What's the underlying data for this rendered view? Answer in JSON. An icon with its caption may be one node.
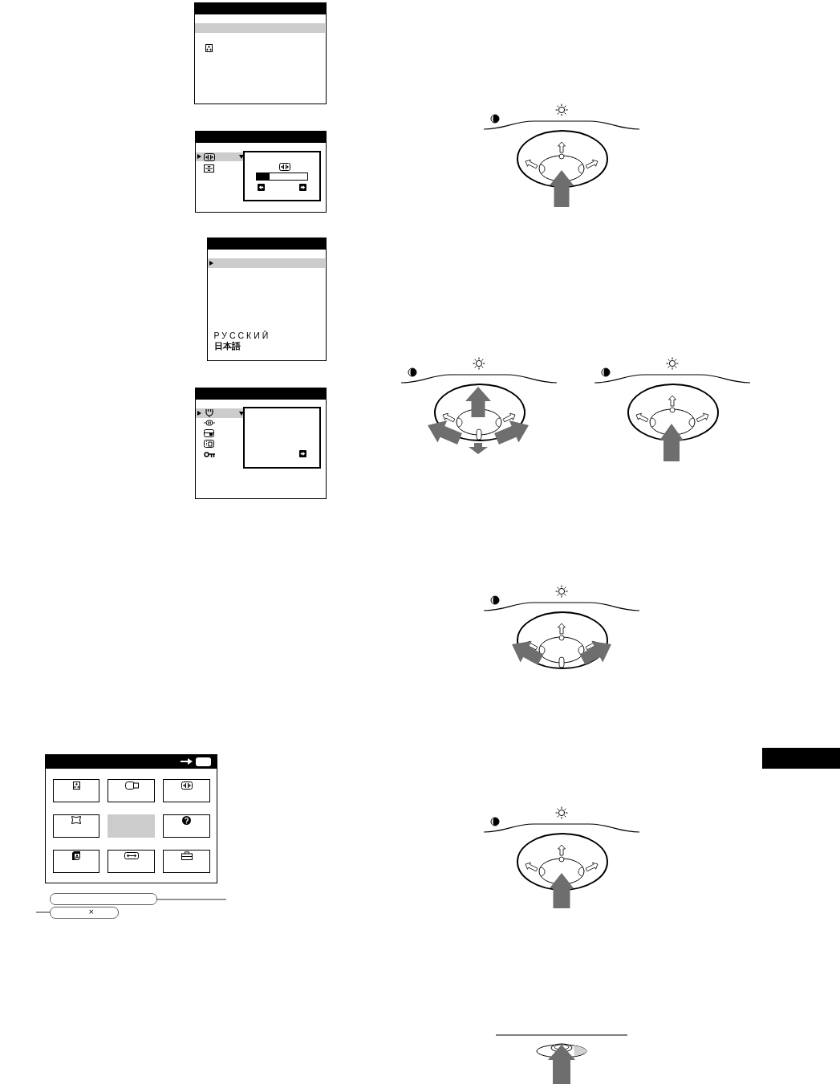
{
  "diagram": {
    "nodes": [
      {
        "text": [],
        "shape": "box"
      },
      {
        "text": [],
        "shape": "box"
      },
      {
        "text": [
          "РУССКИЙ",
          "日本語"
        ]
      },
      {
        "text": [],
        "shape": "box"
      },
      {
        "text": [],
        "shape": "box"
      },
      {
        "text": [],
        "shape": "box"
      },
      {
        "text": [
          "×"
        ]
      }
    ],
    "edges": [
      {
        "from": 5,
        "to": null,
        "arrow": "none"
      },
      {
        "from": 6,
        "to": null,
        "arrow": "none"
      }
    ]
  }
}
